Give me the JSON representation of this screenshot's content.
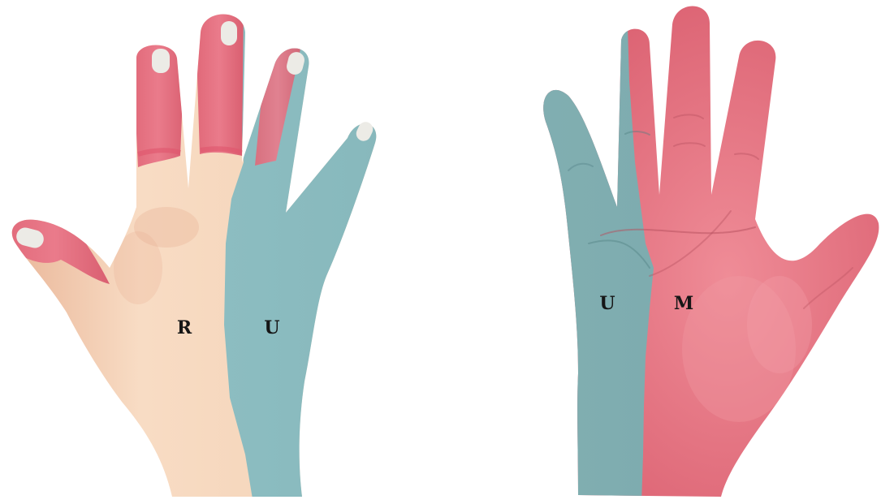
{
  "figure": {
    "left_hand": {
      "view": "dorsal",
      "regions": [
        {
          "id": "radial",
          "label": "R",
          "color": "#f6d6bc"
        },
        {
          "id": "ulnar",
          "label": "U",
          "color": "#86b5b9"
        },
        {
          "id": "median-fingertips",
          "label": "",
          "color": "#e9788a"
        }
      ]
    },
    "right_hand": {
      "view": "palmar",
      "regions": [
        {
          "id": "ulnar",
          "label": "U",
          "color": "#86b5b9"
        },
        {
          "id": "median",
          "label": "M",
          "color": "#e56b7a"
        }
      ]
    },
    "background_color": "#ffffff",
    "nail_color": "#ecebe6"
  }
}
